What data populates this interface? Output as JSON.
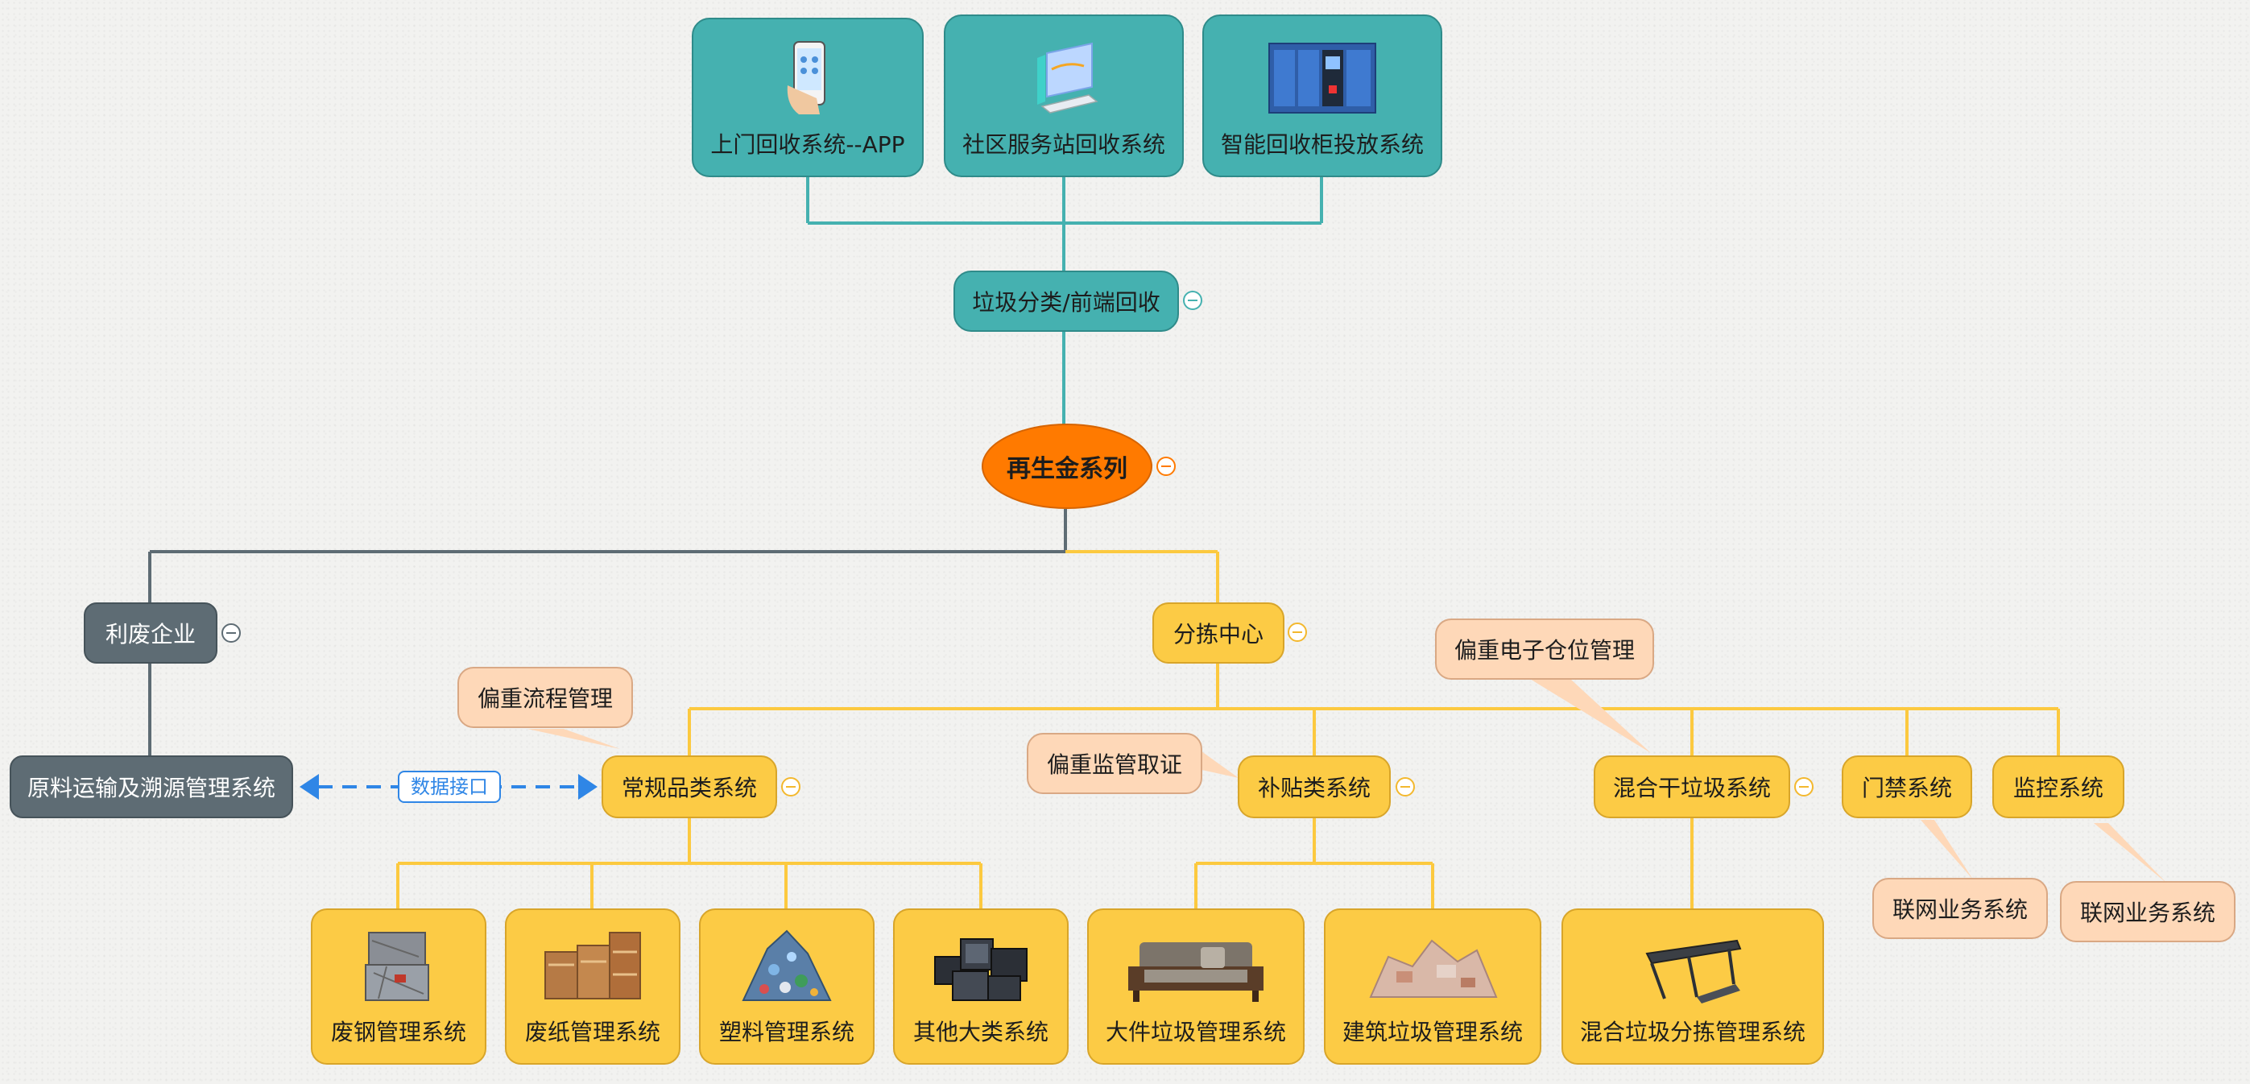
{
  "front_end_channels": [
    {
      "label": "上门回收系统--APP",
      "icon": "phone-app-icon"
    },
    {
      "label": "社区服务站回收系统",
      "icon": "laptop-screen-icon"
    },
    {
      "label": "智能回收柜投放系统",
      "icon": "recycling-cabinet-icon"
    }
  ],
  "front_end": {
    "label": "垃圾分类/前端回收"
  },
  "root": {
    "label": "再生金系列"
  },
  "waste_company": {
    "label": "利废企业",
    "child": "原料运输及溯源管理系统"
  },
  "data_link": {
    "label": "数据接口"
  },
  "sorting_center": {
    "label": "分拣中心"
  },
  "categories": [
    {
      "label": "常规品类系统"
    },
    {
      "label": "补贴类系统"
    },
    {
      "label": "混合干垃圾系统"
    },
    {
      "label": "门禁系统"
    },
    {
      "label": "监控系统"
    }
  ],
  "notes": {
    "process": "偏重流程管理",
    "supervision": "偏重监管取证",
    "warehouse": "偏重电子仓位管理",
    "iot_1": "联网业务系统",
    "iot_2": "联网业务系统"
  },
  "regular_children": [
    {
      "label": "废钢管理系统",
      "icon": "scrap-steel-bales-icon"
    },
    {
      "label": "废纸管理系统",
      "icon": "waste-paper-bales-icon"
    },
    {
      "label": "塑料管理系统",
      "icon": "plastic-bottles-pile-icon"
    },
    {
      "label": "其他大类系统",
      "icon": "old-monitors-pile-icon"
    }
  ],
  "subsidy_children": [
    {
      "label": "大件垃圾管理系统",
      "icon": "sofa-icon"
    },
    {
      "label": "建筑垃圾管理系统",
      "icon": "construction-debris-icon"
    }
  ],
  "mixed_children": [
    {
      "label": "混合垃圾分拣管理系统",
      "icon": "conveyor-belt-icon"
    }
  ],
  "colors": {
    "teal": "#45b1b0",
    "orange": "#ff7a00",
    "yellow": "#fccb45",
    "peach": "#fed8b8",
    "gray": "#5e6c74",
    "link_blue": "#2f86e6"
  }
}
